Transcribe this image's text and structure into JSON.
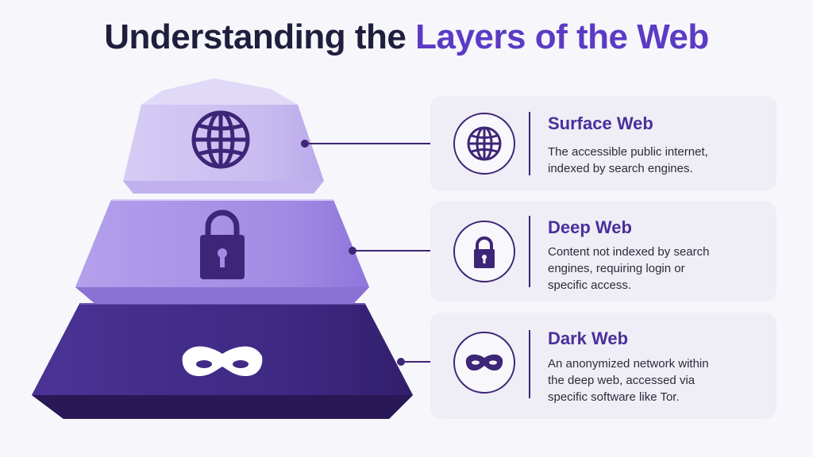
{
  "title": {
    "part1": "Understanding the ",
    "part2": "Layers of the Web"
  },
  "colors": {
    "background": "#f7f6fa",
    "title_dark": "#1f1f3d",
    "title_accent": "#5b3bc4",
    "surface_layer": "#cbbff0",
    "deep_layer": "#a48ee6",
    "dark_layer": "#3f2a86",
    "card_bg": "#efedf5",
    "icon_stroke": "#3d2577"
  },
  "layers": [
    {
      "id": "surface",
      "title": "Surface Web",
      "lines": [
        "The accessible public internet,",
        "indexed by search engines."
      ],
      "icon": "globe-icon"
    },
    {
      "id": "deep",
      "title": "Deep Web",
      "lines": [
        "Content not indexed by search",
        "engines, requiring login or",
        "specific access."
      ],
      "icon": "lock-icon"
    },
    {
      "id": "dark",
      "title": "Dark Web",
      "lines": [
        "An anonymized network within",
        "the deep web, accessed via",
        "specific software like Tor."
      ],
      "icon": "mask-icon"
    }
  ]
}
